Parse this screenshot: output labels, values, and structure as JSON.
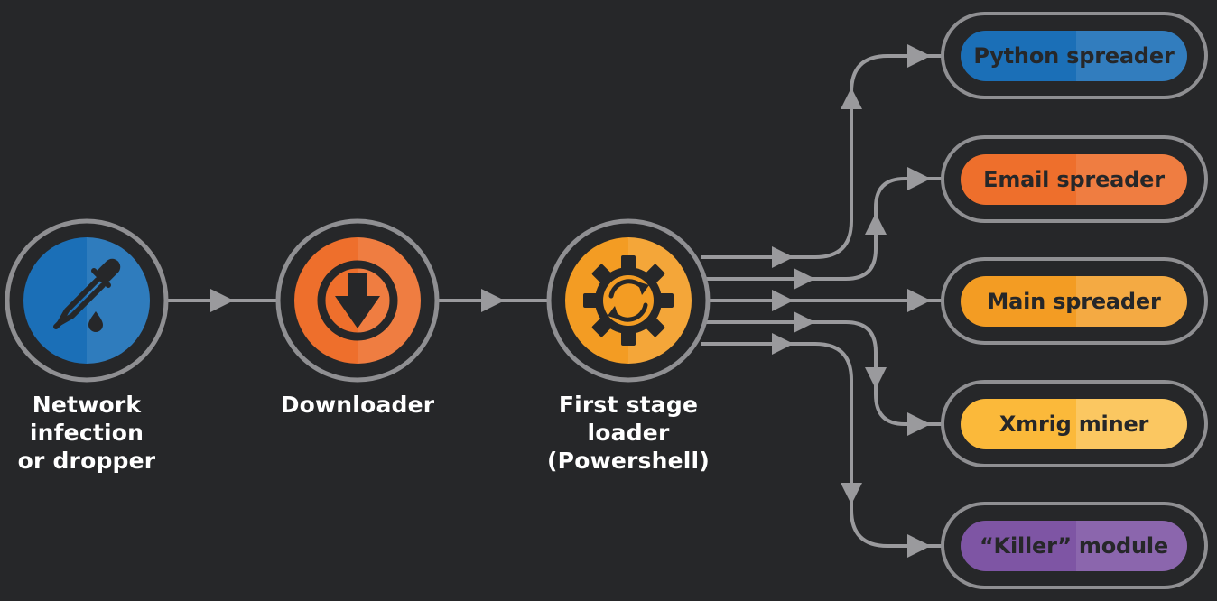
{
  "colors": {
    "background": "#262729",
    "ring": "#8f8f92",
    "connector": "#9a9a9d",
    "blue": "#1b6fb7",
    "orange": "#ee6f2c",
    "amber": "#f39c23",
    "yellow": "#fbb93a",
    "purple": "#7e55a4"
  },
  "stages": [
    {
      "id": "network-infection",
      "icon": "dropper-icon",
      "color": "#1b6fb7",
      "label": "Network\ninfection\nor dropper"
    },
    {
      "id": "downloader",
      "icon": "download-arrow-icon",
      "color": "#ee6f2c",
      "label": "Downloader"
    },
    {
      "id": "first-stage-loader",
      "icon": "gear-cycle-icon",
      "color": "#f39c23",
      "label": "First stage\nloader\n(Powershell)"
    }
  ],
  "modules": [
    {
      "id": "python-spreader",
      "label": "Python spreader",
      "color": "#1b6fb7"
    },
    {
      "id": "email-spreader",
      "label": "Email spreader",
      "color": "#ee6f2c"
    },
    {
      "id": "main-spreader",
      "label": "Main spreader",
      "color": "#f39c23"
    },
    {
      "id": "xmrig-miner",
      "label": "Xmrig miner",
      "color": "#fbb93a"
    },
    {
      "id": "killer-module",
      "label": "“Killer” module",
      "color": "#7e55a4"
    }
  ]
}
